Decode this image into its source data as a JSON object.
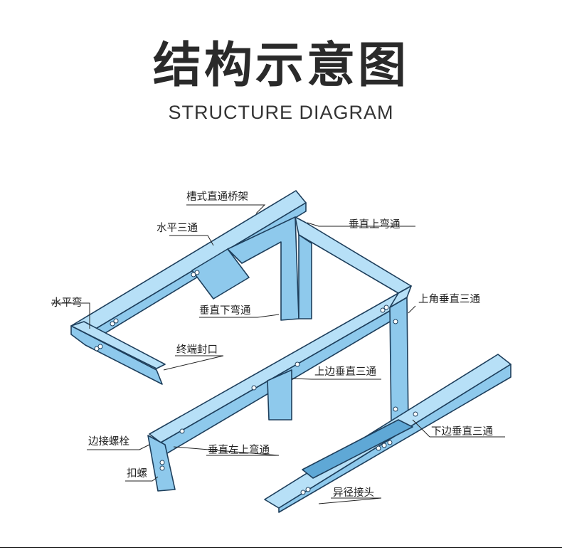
{
  "title": "结构示意图",
  "subtitle": "STRUCTURE DIAGRAM",
  "colors": {
    "face": "#8ec9ec",
    "top": "#b7e0f7",
    "dark": "#5fa8d6",
    "stroke": "#1e3f5c",
    "text": "#222222"
  },
  "labels": {
    "straight_tray": "槽式直通桥架",
    "horizontal_tee": "水平三通",
    "vertical_up_bend": "垂直上弯通",
    "horizontal_bend": "水平弯",
    "vertical_down_bend": "垂直下弯通",
    "upper_corner_vertical_tee": "上角垂直三通",
    "end_cap": "终端封口",
    "upper_side_vertical_tee": "上边垂直三通",
    "lower_side_vertical_tee": "下边垂直三通",
    "side_bolt": "边接螺栓",
    "vertical_left_up_bend": "垂直左上弯通",
    "button_screw": "扣螺",
    "reducer": "异径接头"
  }
}
